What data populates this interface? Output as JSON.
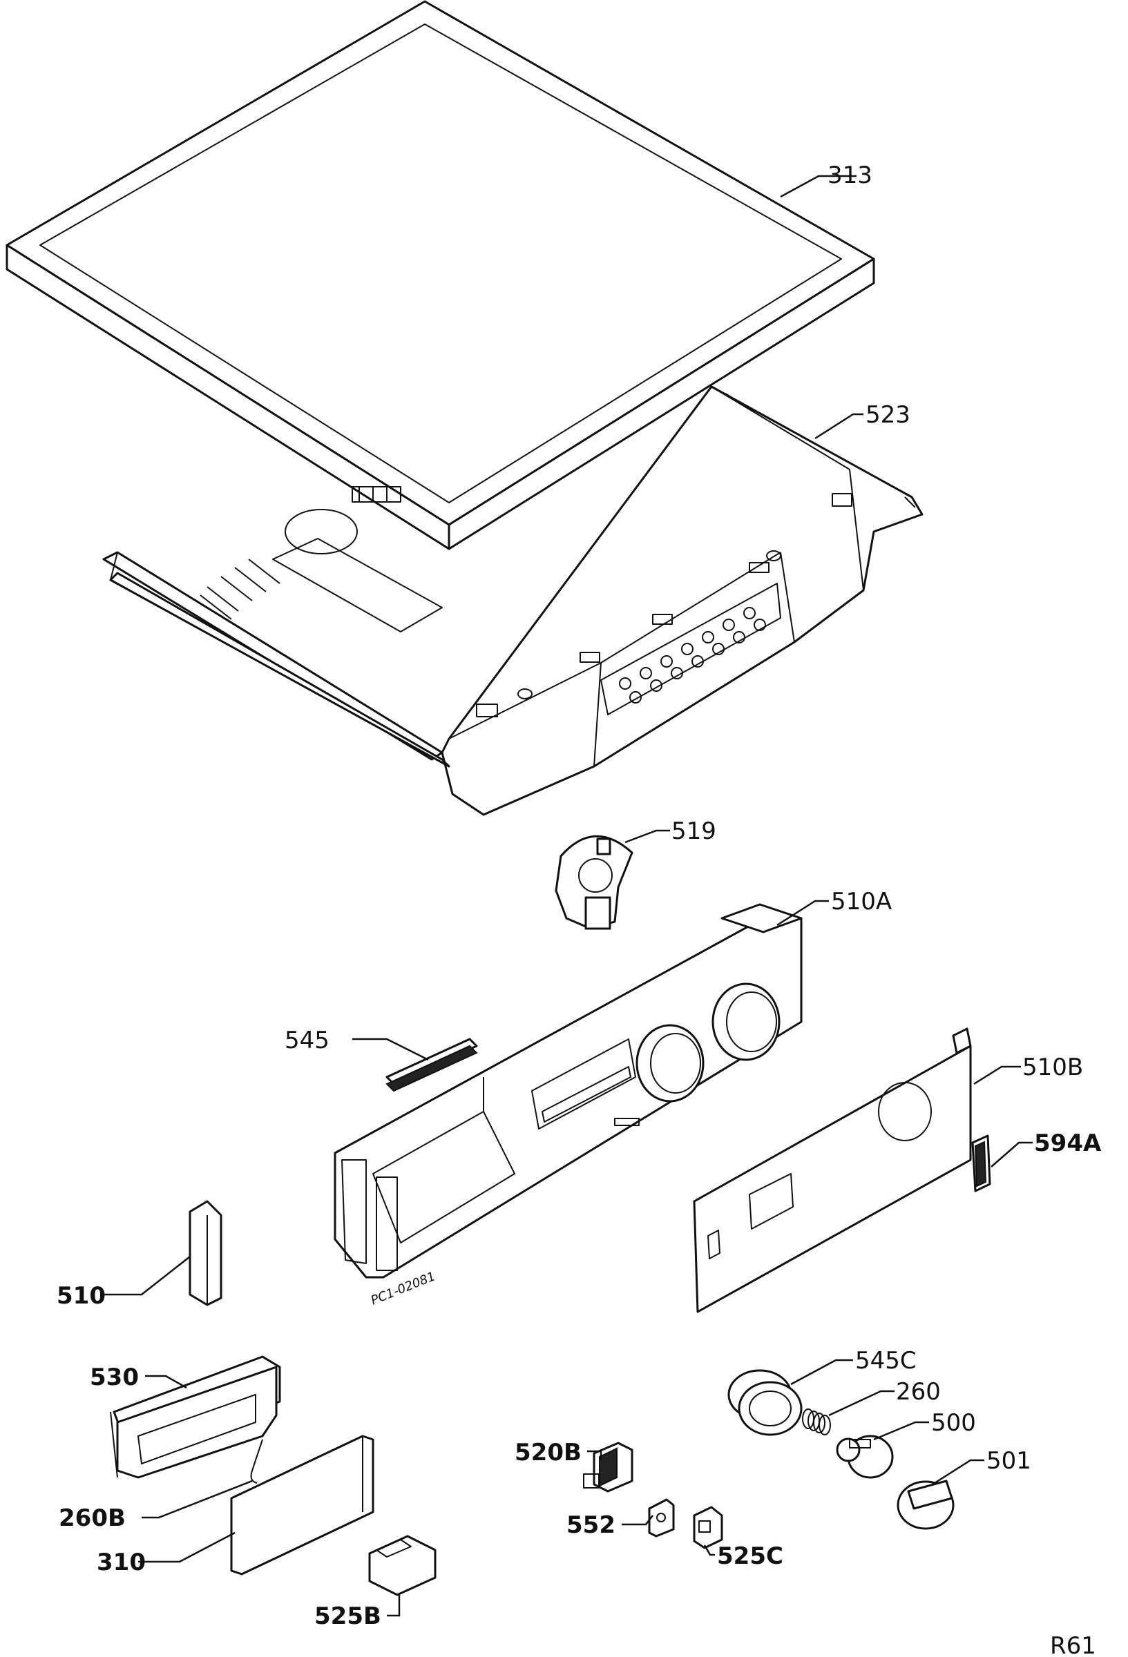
{
  "labels": {
    "l313": "313",
    "l523": "523",
    "l519": "519",
    "l510A": "510A",
    "l545": "545",
    "l510B": "510B",
    "l594A": "594A",
    "l510": "510",
    "l530": "530",
    "l545C": "545C",
    "l260": "260",
    "l500": "500",
    "l501": "501",
    "l520B": "520B",
    "l552": "552",
    "l525C": "525C",
    "l260B": "260B",
    "l310": "310",
    "l525B": "525B",
    "stamp": "PC1-02081",
    "sheet": "R61"
  }
}
